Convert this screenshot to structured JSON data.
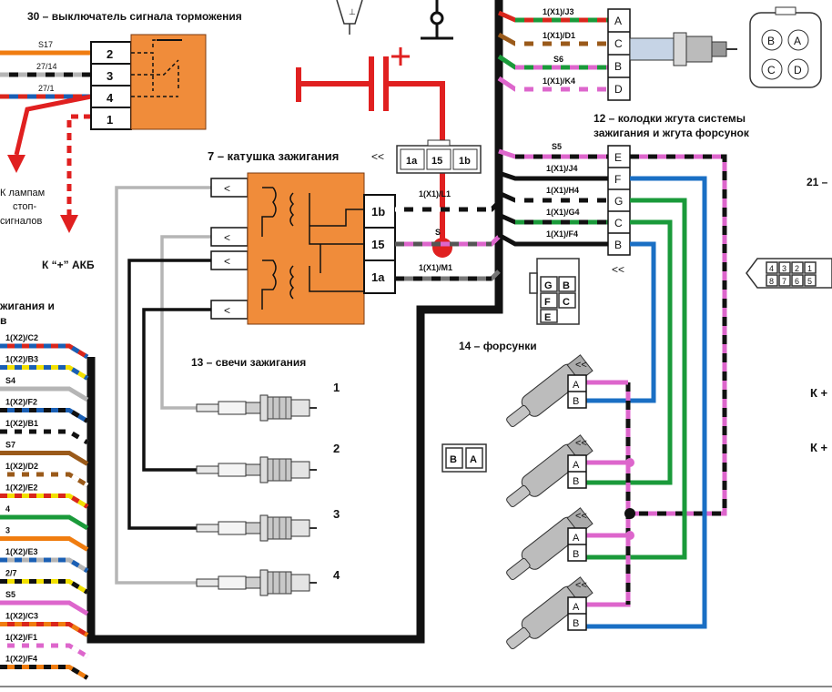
{
  "titles": {
    "brake_switch": "30 – выключатель сигнала торможения",
    "ign_coil": "7 – катушка зажигания",
    "harness_blocks_1": "12 – колодки жгута системы",
    "harness_blocks_2": "зажигания и жгута форсунок",
    "spark_plugs": "13 – свечи зажигания",
    "injectors": "14 – форсунки",
    "module_21": "21 –"
  },
  "notes": {
    "stop_lamps_1": "К лампам",
    "stop_lamps_2": "стоп-",
    "stop_lamps_3": "сигналов",
    "battery_plus": "К “+” АКБ",
    "left_cut_1": "жигания и",
    "left_cut_2": "в",
    "k_plus_1": "К +",
    "k_plus_2": "К +"
  },
  "brake_switch_pins": [
    "2",
    "3",
    "4",
    "1"
  ],
  "brake_wires": [
    "S17",
    "27/14",
    "27/1"
  ],
  "coil_pins": [
    "1b",
    "15",
    "1a"
  ],
  "coil_wires": [
    "1(X1)/L1",
    "1(X1)/M1",
    "S"
  ],
  "coil_connector": [
    "1a",
    "15",
    "1b"
  ],
  "top_connector": {
    "pins": [
      "A",
      "C",
      "B",
      "D"
    ],
    "wires": [
      "1(X1)/J3",
      "1(X1)/D1",
      "S6",
      "1(X1)/K4"
    ],
    "plug": [
      "B",
      "A",
      "C",
      "D"
    ]
  },
  "harness_connector": {
    "pins": [
      "E",
      "F",
      "G",
      "C",
      "B"
    ],
    "wires": [
      "S5",
      "1(X1)/J4",
      "1(X1)/H4",
      "1(X1)/G4",
      "1(X1)/F4"
    ],
    "plug": [
      "G",
      "B",
      "F",
      "C",
      "E"
    ]
  },
  "plug_numbers": [
    "1",
    "2",
    "3",
    "4"
  ],
  "injector_pins": [
    "A",
    "B"
  ],
  "injector_plug": [
    "B",
    "A"
  ],
  "module_21_pins": [
    "4",
    "3",
    "2",
    "1",
    "8",
    "7",
    "6",
    "5"
  ],
  "left_wires": [
    {
      "label": "1(X2)/C2",
      "colors": [
        "#d9261c",
        "#1a5fb4"
      ]
    },
    {
      "label": "1(X2)/B3",
      "colors": [
        "#f2e000",
        "#1a5fb4"
      ]
    },
    {
      "label": "S4",
      "colors": [
        "#b5b5b5",
        "#b5b5b5"
      ]
    },
    {
      "label": "1(X2)/F2",
      "colors": [
        "#1a5fb4",
        "#111111"
      ]
    },
    {
      "label": "1(X2)/B1",
      "colors": [
        "#ffffff",
        "#111111"
      ]
    },
    {
      "label": "S7",
      "colors": [
        "#9a5a1a",
        "#9a5a1a"
      ]
    },
    {
      "label": "1(X2)/D2",
      "colors": [
        "#9a5a1a",
        "#ffffff"
      ]
    },
    {
      "label": "1(X2)/E2",
      "colors": [
        "#f2e000",
        "#d9261c"
      ]
    },
    {
      "label": "4",
      "colors": [
        "#1a9a3a",
        "#1a9a3a"
      ]
    },
    {
      "label": "3",
      "colors": [
        "#f07d10",
        "#f07d10"
      ]
    },
    {
      "label": "1(X2)/E3",
      "colors": [
        "#b5b5b5",
        "#1a5fb4"
      ]
    },
    {
      "label": "2/7",
      "colors": [
        "#f2e000",
        "#111111"
      ]
    },
    {
      "label": "S5",
      "colors": [
        "#dd66cc",
        "#dd66cc"
      ]
    },
    {
      "label": "1(X2)/C3",
      "colors": [
        "#d9261c",
        "#f07d10"
      ]
    },
    {
      "label": "1(X2)/F1",
      "colors": [
        "#dd66cc",
        "#ffffff"
      ]
    },
    {
      "label": "1(X2)/F4",
      "colors": [
        "#f07d10",
        "#111111"
      ]
    }
  ],
  "colors": {
    "orange": "#f08c3a",
    "red": "#e02020",
    "pink": "#dd66cc",
    "green": "#1a9a3a",
    "blue": "#1a6fc4",
    "grey": "#b5b5b5",
    "brown": "#9a5a1a",
    "yellow": "#f2e000"
  }
}
